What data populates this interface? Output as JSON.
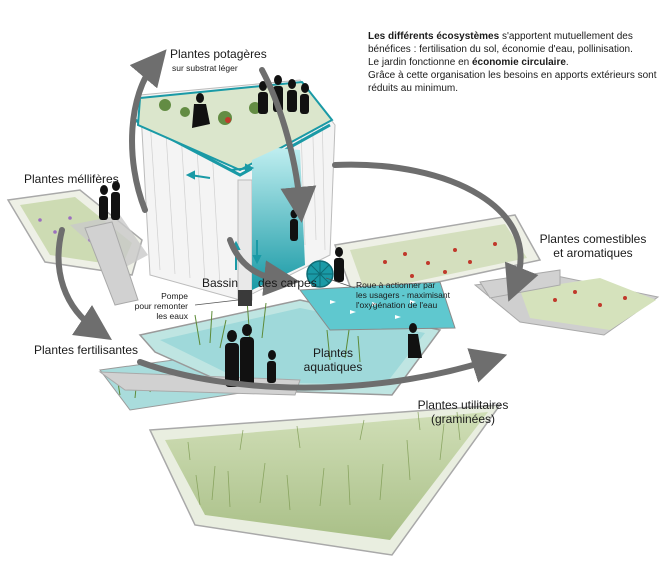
{
  "intro": {
    "p1_bold": "Les différents écosystèmes",
    "p1_rest": " s'apportent mutuellement des bénéfices : fertilisation du sol, économie d'eau, pollinisation.",
    "p2_start": "Le jardin fonctionne en ",
    "p2_bold": "économie circulaire",
    "p2_end": ".",
    "p3": "Grâce à cette organisation les besoins en apports extérieurs sont réduits au minimum."
  },
  "labels": {
    "potageres": "Plantes potagères",
    "potageres_sub": "sur substrat léger",
    "melliferes": "Plantes méllifères",
    "fertilisantes": "Plantes fertilisantes",
    "bassin": "Bassin",
    "carpes": "des carpes",
    "pompe_1": "Pompe",
    "pompe_2": "pour remonter",
    "pompe_3": "les eaux",
    "roue_1": "Roue à actionner par",
    "roue_2": "les usagers - maximisant",
    "roue_3": "l'oxygénation de l'eau",
    "aquatiques_1": "Plantes",
    "aquatiques_2": "aquatiques",
    "comestibles_1": "Plantes comestibles",
    "comestibles_2": "et aromatiques",
    "utilitaires_1": "Plantes utilitaires",
    "utilitaires_2": "(graminées)"
  },
  "colors": {
    "water": "#5fc8cf",
    "water_deep": "#1a9aa6",
    "pool": "#9fd9da",
    "arrow": "#6e6e6e",
    "deck": "#c9c9c9",
    "planting": "#dfe9cf",
    "greenery": "#6e9a3e"
  }
}
